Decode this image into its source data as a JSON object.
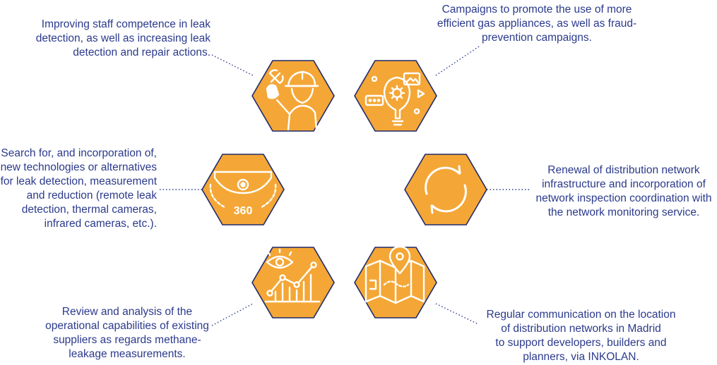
{
  "colors": {
    "hex_fill": "#f4a736",
    "hex_stroke": "#1f2a6b",
    "icon_line": "#ffffff",
    "text": "#2b3a8c",
    "connector": "#2b3a8c"
  },
  "items": [
    {
      "id": "staff-competence",
      "icon": "worker-helmet-wrench-icon",
      "text": "Improving staff competence in leak\ndetection, as well as increasing leak\ndetection and repair actions."
    },
    {
      "id": "campaigns",
      "icon": "lightbulb-gear-media-icon",
      "text": "Campaigns to promote the use of more\nefficient gas appliances, as well as fraud-\nprevention campaigns."
    },
    {
      "id": "new-technologies",
      "icon": "camera-360-icon",
      "text": "Search for, and incorporation of,\nnew technologies or alternatives\nfor leak detection, measurement\nand reduction (remote leak\ndetection, thermal cameras,\ninfrared cameras, etc.)."
    },
    {
      "id": "renewal",
      "icon": "refresh-arrows-icon",
      "text": "Renewal of distribution network\ninfrastructure and incorporation of\nnetwork inspection coordination with\nthe network monitoring service."
    },
    {
      "id": "suppliers-review",
      "icon": "eye-chart-icon",
      "text": "Review and analysis of the\noperational capabilities of existing\nsuppliers as regards methane-\nleakage measurements."
    },
    {
      "id": "communication",
      "icon": "map-pin-icon",
      "text": "Regular communication on the location\nof distribution networks in Madrid\nto support developers, builders and\nplanners, via INKOLAN."
    }
  ]
}
